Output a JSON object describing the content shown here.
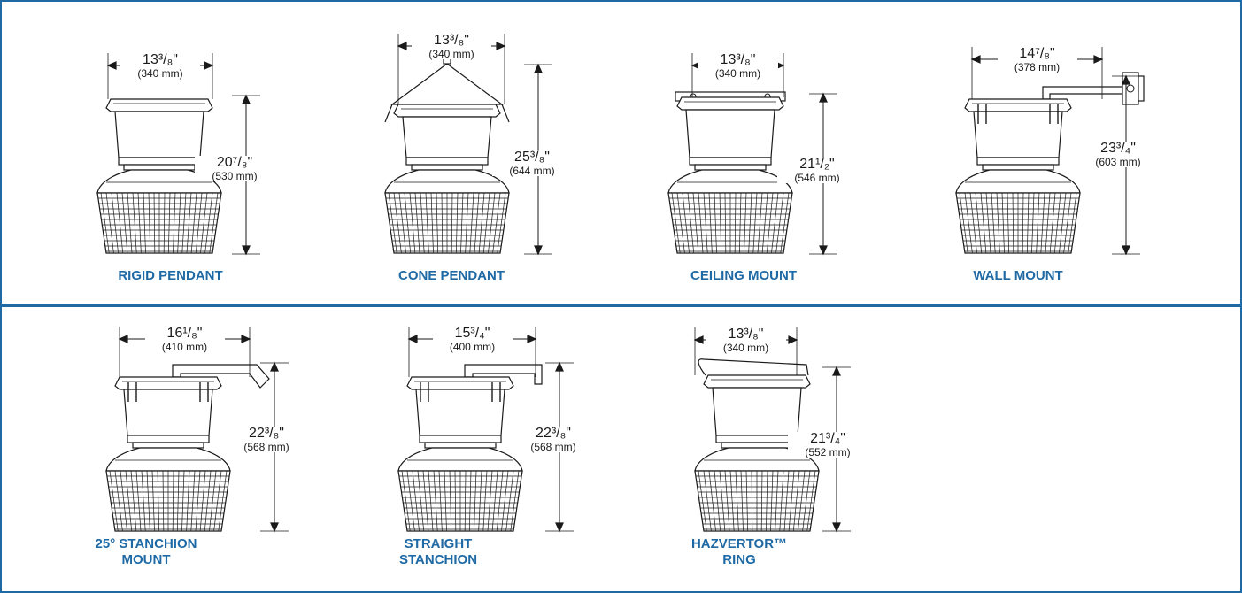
{
  "colors": {
    "accent": "#1f6aa5",
    "line": "#1a1a1a",
    "background": "#ffffff"
  },
  "fixtures": [
    {
      "id": "rigid-pendant",
      "label": [
        "RIGID PENDANT"
      ],
      "top": "rigid",
      "width": {
        "frac": "13³/₈\"",
        "mm": "(340 mm)"
      },
      "height": {
        "frac": "20⁷/₈\"",
        "mm": "(530 mm)"
      }
    },
    {
      "id": "cone-pendant",
      "label": [
        "CONE PENDANT"
      ],
      "top": "cone",
      "width": {
        "frac": "13³/₈\"",
        "mm": "(340 mm)"
      },
      "height": {
        "frac": "25³/₈\"",
        "mm": "(644 mm)"
      }
    },
    {
      "id": "ceiling-mount",
      "label": [
        "CEILING MOUNT"
      ],
      "top": "ceiling",
      "width": {
        "frac": "13³/₈\"",
        "mm": "(340 mm)"
      },
      "height": {
        "frac": "21¹/₂\"",
        "mm": "(546 mm)"
      }
    },
    {
      "id": "wall-mount",
      "label": [
        "WALL MOUNT"
      ],
      "top": "wall",
      "width": {
        "frac": "14⁷/₈\"",
        "mm": "(378 mm)"
      },
      "height": {
        "frac": "23³/₄\"",
        "mm": "(603 mm)"
      }
    },
    {
      "id": "stanchion-25",
      "label": [
        "25° STANCHION",
        "MOUNT"
      ],
      "top": "stanchion25",
      "width": {
        "frac": "16¹/₈\"",
        "mm": "(410 mm)"
      },
      "height": {
        "frac": "22³/₈\"",
        "mm": "(568 mm)"
      }
    },
    {
      "id": "straight-stanchion",
      "label": [
        "STRAIGHT",
        "STANCHION"
      ],
      "top": "straight",
      "width": {
        "frac": "15³/₄\"",
        "mm": "(400 mm)"
      },
      "height": {
        "frac": "22³/₈\"",
        "mm": "(568 mm)"
      }
    },
    {
      "id": "hazvertor-ring",
      "label": [
        "HAZVERTOR™",
        "RING"
      ],
      "top": "ring",
      "width": {
        "frac": "13³/₈\"",
        "mm": "(340 mm)"
      },
      "height": {
        "frac": "21³/₄\"",
        "mm": "(552 mm)"
      }
    }
  ]
}
